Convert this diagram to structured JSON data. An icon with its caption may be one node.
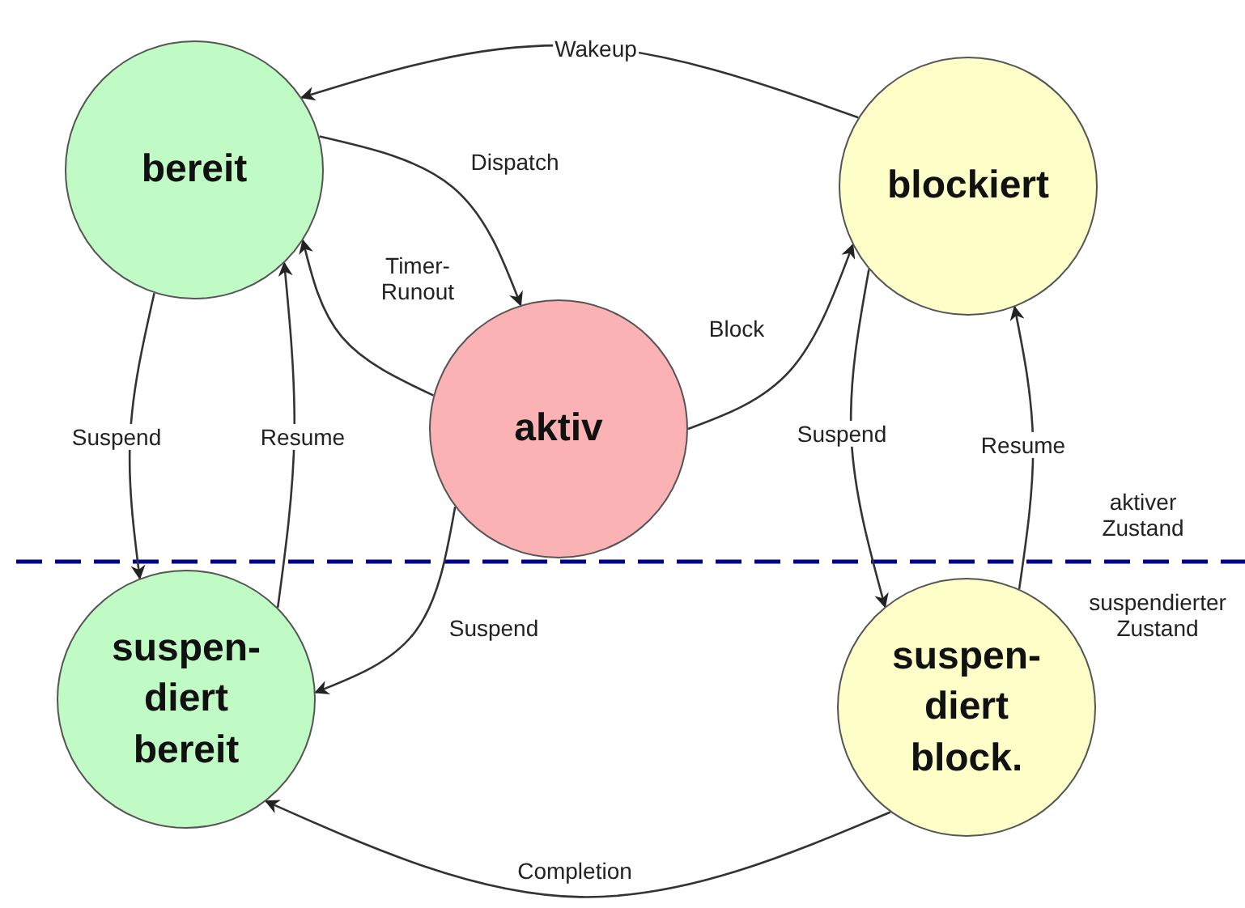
{
  "diagram": {
    "nodes": [
      {
        "text": [
          "bereit"
        ]
      },
      {
        "text": [
          "blockiert"
        ]
      },
      {
        "text": [
          "aktiv"
        ]
      },
      {
        "text": [
          "suspen- diert bereit"
        ]
      },
      {
        "text": [
          "suspen- diert block."
        ]
      }
    ],
    "edges": [
      {
        "from": 1,
        "to": 0,
        "arrow": "to",
        "label": "Wakeup"
      },
      {
        "from": 0,
        "to": 2,
        "arrow": "to",
        "label": "Dispatch"
      },
      {
        "from": 2,
        "to": 0,
        "arrow": "to",
        "label": "Timer- Runout"
      },
      {
        "from": 2,
        "to": 1,
        "arrow": "to",
        "label": "Block"
      },
      {
        "from": 0,
        "to": 3,
        "arrow": "to",
        "label": "Suspend"
      },
      {
        "from": 3,
        "to": 0,
        "arrow": "to",
        "label": "Resume"
      },
      {
        "from": 2,
        "to": 3,
        "arrow": "to",
        "label": "Suspend"
      },
      {
        "from": 1,
        "to": 4,
        "arrow": "to",
        "label": "Suspend"
      },
      {
        "from": 4,
        "to": 1,
        "arrow": "to",
        "label": "Resume"
      },
      {
        "from": 4,
        "to": 3,
        "arrow": "to",
        "label": "Completion"
      }
    ],
    "labels": [
      "aktiver Zustand",
      "suspendierter Zustand"
    ]
  }
}
